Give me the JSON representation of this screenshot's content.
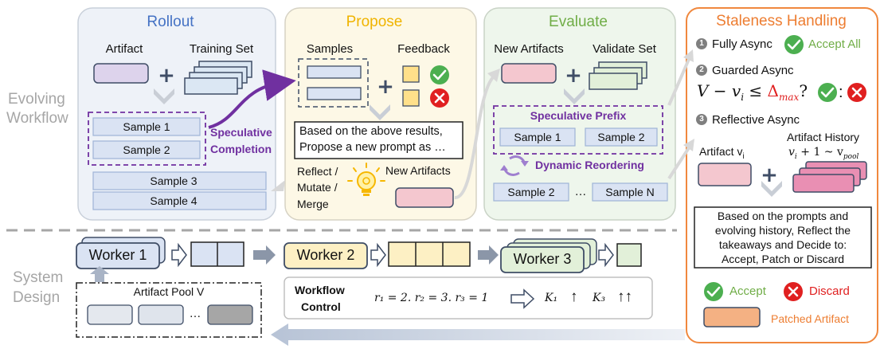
{
  "side_labels": {
    "evolving_line1": "Evolving",
    "evolving_line2": "Workflow",
    "system_line1": "System",
    "system_line2": "Design"
  },
  "rollout": {
    "title": "Rollout",
    "artifact": "Artifact",
    "training_set": "Training Set",
    "samples": [
      "Sample 1",
      "Sample 2",
      "Sample 3",
      "Sample 4"
    ],
    "speculative_line1": "Speculative",
    "speculative_line2": "Completion"
  },
  "propose": {
    "title": "Propose",
    "samples": "Samples",
    "feedback": "Feedback",
    "prompt_line1": "Based on the above results,",
    "prompt_line2": "Propose a new prompt as …",
    "reflect_line1": "Reflect /",
    "reflect_line2": "Mutate /",
    "reflect_line3": "Merge",
    "new_artifacts": "New Artifacts"
  },
  "evaluate": {
    "title": "Evaluate",
    "new_artifacts": "New Artifacts",
    "validate_set": "Validate Set",
    "speculative_prefix": "Speculative Prefix",
    "prefix_samples": [
      "Sample 1",
      "Sample 2"
    ],
    "dynamic_reordering": "Dynamic Reordering",
    "tail_samples": [
      "Sample 2",
      "…",
      "Sample N"
    ]
  },
  "staleness": {
    "title": "Staleness Handling",
    "item1_num": "1",
    "item1_label": "Fully Async",
    "accept_all": "Accept All",
    "item2_num": "2",
    "item2_label": "Guarded Async",
    "formula_lhs": "V − v",
    "formula_sub": "i",
    "formula_leq": "≤",
    "formula_delta": "Δ",
    "formula_max": "max",
    "formula_q": "?",
    "formula_colon": ":",
    "item3_num": "3",
    "item3_label": "Reflective Async",
    "artifact_history": "Artifact History",
    "artifact_vi": "Artifact v",
    "artifact_vi_sub": "i",
    "history_range": "v",
    "history_range_sub": "i",
    "history_range_mid": " + 1 ~ v",
    "history_range_sub2": "pool",
    "reflect_line1": "Based on the prompts and",
    "reflect_line2": "evolving history, Reflect the",
    "reflect_line3": "takeaways and Decide to:",
    "reflect_line4": "Accept, Patch or Discard",
    "accept": "Accept",
    "discard": "Discard",
    "patched_artifact": "Patched Artifact"
  },
  "system": {
    "worker1": "Worker 1",
    "worker2": "Worker 2",
    "worker3": "Worker 3",
    "artifact_pool": "Artifact Pool V",
    "pool_ellipsis": "…",
    "workflow_line1": "Workflow",
    "workflow_line2": "Control",
    "ratios": "r₁ = 2.  r₂ = 3.  r₃ = 1",
    "k1": "K₁",
    "k3": "K₃",
    "up1": "↑",
    "up2": "↑↑"
  },
  "colors": {
    "rollout_bg": "#eef2f8",
    "propose_bg": "#fdf8e6",
    "evaluate_bg": "#eef6ec",
    "staleness_border": "#f0883e",
    "rollout_title": "#4472c4",
    "propose_title": "#f0b400",
    "evaluate_title": "#70ad47",
    "staleness_title": "#ed7d31",
    "purple": "#7030a0",
    "sample_fill": "#dae3f3",
    "sample_stroke": "#8faadc",
    "accept_green": "#4caf50",
    "discard_red": "#e02020",
    "delta_red": "#e02020",
    "pink_fill": "#f4c7cf",
    "patched_fill": "#f4b183"
  }
}
